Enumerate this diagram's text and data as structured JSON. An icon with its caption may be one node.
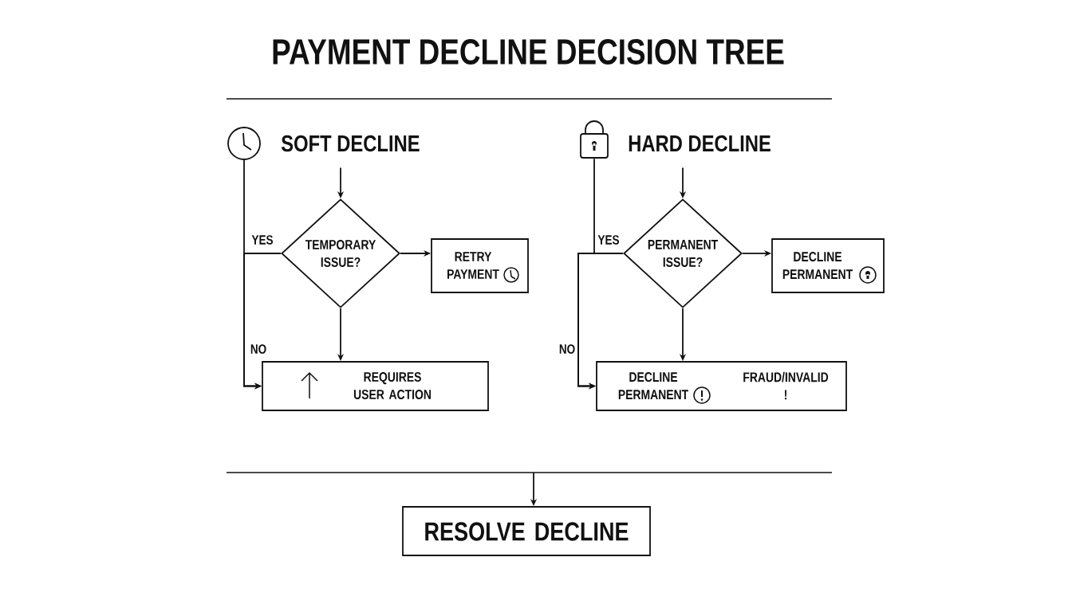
{
  "diagram": {
    "title": "PAYMENT DECLINE DECISION TREE",
    "nodes": [
      {
        "text": [],
        "shape": "picture"
      },
      {
        "text": [
          "SOFT DECLINE"
        ]
      },
      {
        "text": [
          "TEMPORARY ISSUE?"
        ]
      },
      {
        "text": [
          "RETRY PAYMENT"
        ]
      },
      {
        "text": [
          "REQUIRES USER ACTION"
        ]
      },
      {
        "text": [],
        "shape": "picture"
      },
      {
        "text": [
          "HARD DECLINE"
        ]
      },
      {
        "text": [
          "PERMANENT ISSUE?"
        ]
      },
      {
        "text": [
          "DECLINE PERMANENT"
        ]
      },
      {
        "text": [
          "DECLINE PERMANENT",
          "FRAUD/INVALID !"
        ]
      },
      {
        "text": [
          "RESOLVE DECLINE"
        ]
      }
    ],
    "edges": [
      {
        "from": 1,
        "to": 2,
        "arrow": "to"
      },
      {
        "from": 2,
        "to": 3,
        "arrow": "to"
      },
      {
        "from": 2,
        "to": 4,
        "arrow": "to"
      },
      {
        "from": 0,
        "to": 4,
        "arrow": "to",
        "label": "NO"
      },
      {
        "from": 2,
        "to": 4,
        "arrow": "to",
        "label": "YES"
      },
      {
        "from": 6,
        "to": 7,
        "arrow": "to"
      },
      {
        "from": 7,
        "to": 8,
        "arrow": "to"
      },
      {
        "from": 7,
        "to": 9,
        "arrow": "to"
      },
      {
        "from": 5,
        "to": 9,
        "arrow": "to",
        "label": "NO"
      },
      {
        "from": 7,
        "to": 9,
        "arrow": "to",
        "label": "YES"
      },
      {
        "from": null,
        "to": 10,
        "arrow": "to"
      }
    ]
  }
}
